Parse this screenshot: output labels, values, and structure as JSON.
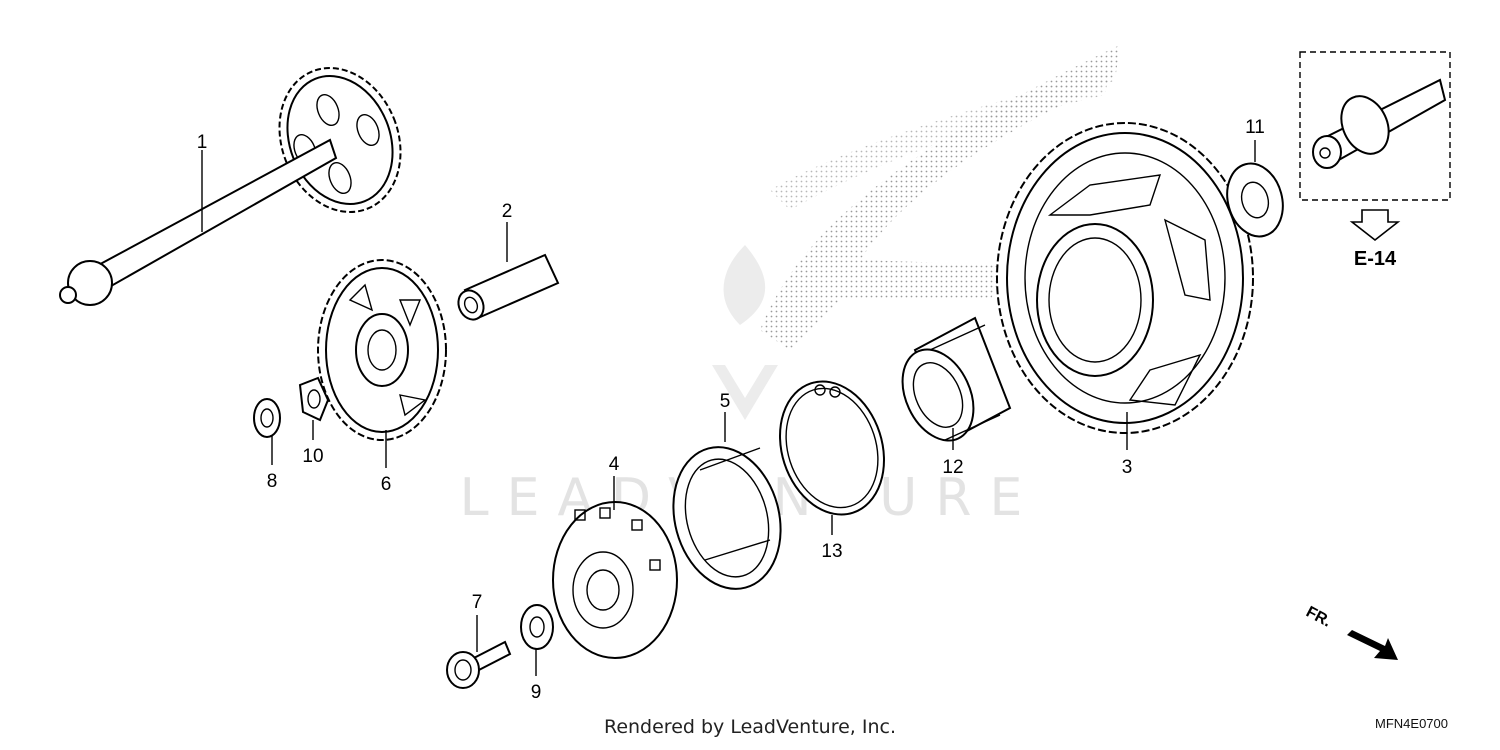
{
  "diagram": {
    "watermark": "LEADVENTURE",
    "reference_label": "E-14",
    "direction_label": "FR.",
    "footer": "Rendered by LeadVenture, Inc.",
    "diagram_code": "MFN4E0700",
    "callouts": [
      "1",
      "2",
      "3",
      "4",
      "5",
      "6",
      "7",
      "8",
      "9",
      "10",
      "11",
      "12",
      "13"
    ]
  }
}
